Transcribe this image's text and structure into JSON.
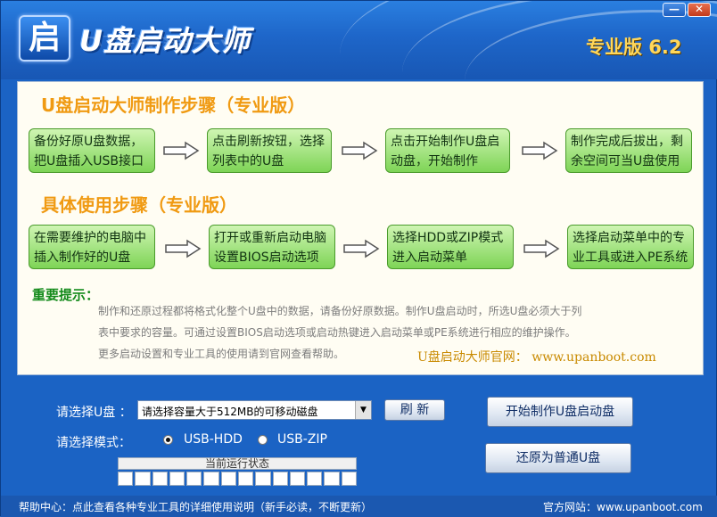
{
  "header": {
    "app_title": "U盘启动大师",
    "edition": "专业版 6.2",
    "logo_text": "启",
    "minimize_glyph": "—",
    "close_glyph": "✕"
  },
  "panel": {
    "make_steps_title": "U盘启动大师制作步骤（专业版）",
    "make_steps": [
      "备份好原U盘数据，把U盘插入USB接口",
      "点击刷新按钮，选择列表中的U盘",
      "点击开始制作U盘启动盘，开始制作",
      "制作完成后拔出，剩余空间可当U盘使用"
    ],
    "use_steps_title": "具体使用步骤（专业版）",
    "use_steps": [
      "在需要维护的电脑中插入制作好的U盘",
      "打开或重新启动电脑设置BIOS启动选项",
      "选择HDD或ZIP模式进入启动菜单",
      "选择启动菜单中的专业工具或进入PE系统"
    ],
    "tips_heading": "重要提示：",
    "tips": [
      "制作和还原过程都将格式化整个U盘中的数据，请备份好原数据。制作U盘启动时，所选U盘必须大于列",
      "表中要求的容量。可通过设置BIOS启动选项或启动热键进入启动菜单或PE系统进行相应的维护操作。",
      "更多启动设置和专业工具的使用请到官网查看帮助。"
    ],
    "website_line": "U盘启动大师官网： www.upanboot.com"
  },
  "controls": {
    "select_usb_label": "请选择U盘 ：",
    "usb_select_value": "请选择容量大于512MB的可移动磁盘",
    "refresh_label": "刷 新",
    "select_mode_label": "请选择模式：",
    "modes": [
      {
        "label": "USB-HDD",
        "selected": true
      },
      {
        "label": "USB-ZIP",
        "selected": false
      }
    ],
    "status_label": "当前运行状态",
    "progress_fraction": 0,
    "start_label": "开始制作U盘启动盘",
    "restore_label": "还原为普通U盘"
  },
  "footer": {
    "help_center": "帮助中心：点此查看各种专业工具的详细使用说明（新手必读，不断更新）",
    "official_site": "官方网站：www.upanboot.com"
  },
  "colors": {
    "header_blue": "#1e66c9",
    "step_green": "#7ed456",
    "title_orange": "#f09a12",
    "edition_gold": "#ffd75a"
  }
}
